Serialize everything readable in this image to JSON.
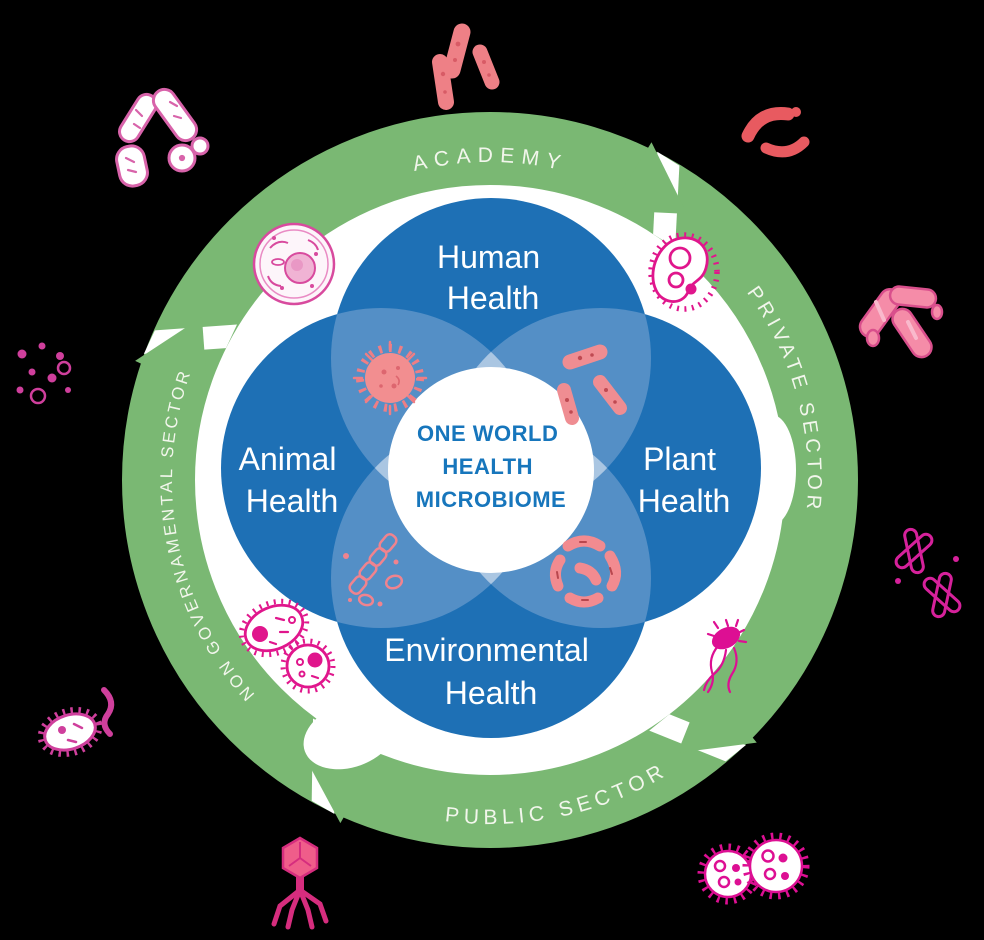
{
  "diagram_title": "One World Health Microbiome",
  "center_circle": {
    "lines": [
      "ONE WORLD",
      "HEALTH",
      "MICROBIOME"
    ]
  },
  "health_circles": [
    {
      "id": "human-health",
      "lines": [
        "Human",
        "Health"
      ]
    },
    {
      "id": "animal-health",
      "lines": [
        "Animal",
        "Health"
      ]
    },
    {
      "id": "plant-health",
      "lines": [
        "Plant",
        "Health"
      ]
    },
    {
      "id": "environmental-health",
      "lines": [
        "Environmental",
        "Health"
      ]
    }
  ],
  "ring_sectors": [
    {
      "position": "top",
      "label": "ACADEMY"
    },
    {
      "position": "right",
      "label": "PRIVATE SECTOR"
    },
    {
      "position": "bottom",
      "label": "PUBLIC SECTOR"
    },
    {
      "position": "left",
      "label": "NON GOVERNAMENTAL SECTOR"
    }
  ],
  "colors": {
    "background": "#000000",
    "ring_green": "#7ab873",
    "ring_text": "#f2f6ec",
    "circle_blue": "#1e70b5",
    "overlap_blue": "#548fc6",
    "overlap_light_blue": "#aac6e2",
    "center_text_blue": "#1776bc",
    "microbe_magenta": "#d6219b",
    "microbe_pink": "#ef5d8a",
    "microbe_salmon": "#ee8086",
    "microbe_red": "#e85a60"
  },
  "microbe_icons": [
    "speckled-rods-icon",
    "bacteria-cluster-icon",
    "curved-red-bacteria-icon",
    "pink-capsules-icon",
    "cocci-dots-icon",
    "chromosome-pair-icon",
    "hairy-bacterium-worm-icon",
    "bacteriophage-icon",
    "spiky-cell-pair-icon",
    "eukaryotic-cell-icon",
    "ciliated-bacterium-icon",
    "spiky-virus-icon",
    "speckled-bacilli-icon",
    "bacilli-chain-icon",
    "curved-rod-ring-icon",
    "ciliated-pair-icon",
    "flagellated-urchin-icon"
  ]
}
